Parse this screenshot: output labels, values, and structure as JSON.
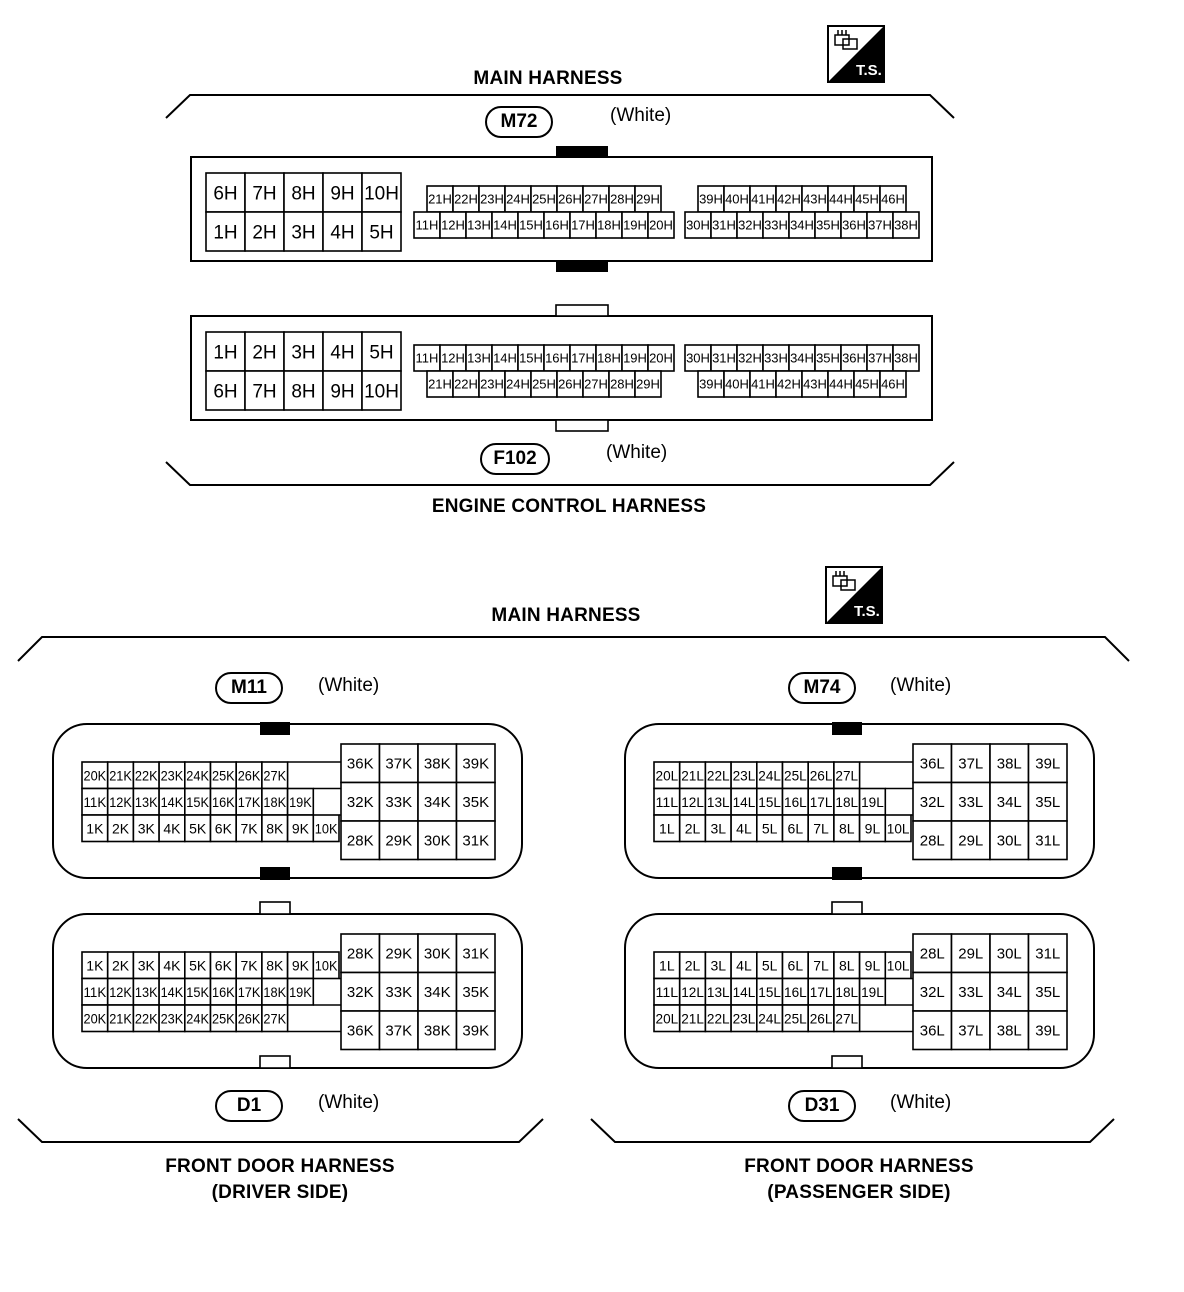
{
  "section1": {
    "top_harness": "MAIN HARNESS",
    "bottom_harness": "ENGINE CONTROL HARNESS",
    "connectors": [
      {
        "id": "M72",
        "color": "(White)"
      },
      {
        "id": "F102",
        "color": "(White)"
      }
    ]
  },
  "section2": {
    "top_harness": "MAIN HARNESS",
    "left": {
      "bottom_harness_line1": "FRONT DOOR HARNESS",
      "bottom_harness_line2": "(DRIVER SIDE)",
      "connectors": [
        {
          "id": "M11",
          "color": "(White)"
        },
        {
          "id": "D1",
          "color": "(White)"
        }
      ]
    },
    "right": {
      "bottom_harness_line1": "FRONT DOOR HARNESS",
      "bottom_harness_line2": "(PASSENGER SIDE)",
      "connectors": [
        {
          "id": "M74",
          "color": "(White)"
        },
        {
          "id": "D31",
          "color": "(White)"
        }
      ]
    }
  },
  "icons": {
    "ts_label": "T.S.",
    "ts_icon": "connector-ts-icon"
  },
  "colors": {
    "ink": "#000000",
    "paper": "#ffffff"
  },
  "connectors": {
    "M72": {
      "big": [
        [
          "6H",
          "7H",
          "8H",
          "9H",
          "10H"
        ],
        [
          "1H",
          "2H",
          "3H",
          "4H",
          "5H"
        ]
      ],
      "mid": [
        [
          "21H",
          "22H",
          "23H",
          "24H",
          "25H",
          "26H",
          "27H",
          "28H",
          "29H"
        ],
        [
          "11H",
          "12H",
          "13H",
          "14H",
          "15H",
          "16H",
          "17H",
          "18H",
          "19H",
          "20H"
        ]
      ],
      "right": [
        [
          "39H",
          "40H",
          "41H",
          "42H",
          "43H",
          "44H",
          "45H",
          "46H"
        ],
        [
          "30H",
          "31H",
          "32H",
          "33H",
          "34H",
          "35H",
          "36H",
          "37H",
          "38H"
        ]
      ]
    },
    "F102": {
      "big": [
        [
          "1H",
          "2H",
          "3H",
          "4H",
          "5H"
        ],
        [
          "6H",
          "7H",
          "8H",
          "9H",
          "10H"
        ]
      ],
      "mid": [
        [
          "11H",
          "12H",
          "13H",
          "14H",
          "15H",
          "16H",
          "17H",
          "18H",
          "19H",
          "20H"
        ],
        [
          "21H",
          "22H",
          "23H",
          "24H",
          "25H",
          "26H",
          "27H",
          "28H",
          "29H"
        ]
      ],
      "right": [
        [
          "30H",
          "31H",
          "32H",
          "33H",
          "34H",
          "35H",
          "36H",
          "37H",
          "38H"
        ],
        [
          "39H",
          "40H",
          "41H",
          "42H",
          "43H",
          "44H",
          "45H",
          "46H"
        ]
      ]
    },
    "M11": {
      "small": [
        [
          "20K",
          "21K",
          "22K",
          "23K",
          "24K",
          "25K",
          "26K",
          "27K"
        ],
        [
          "11K",
          "12K",
          "13K",
          "14K",
          "15K",
          "16K",
          "17K",
          "18K",
          "19K"
        ],
        [
          "1K",
          "2K",
          "3K",
          "4K",
          "5K",
          "6K",
          "7K",
          "8K",
          "9K",
          "10K"
        ]
      ],
      "big": [
        [
          "36K",
          "37K",
          "38K",
          "39K"
        ],
        [
          "32K",
          "33K",
          "34K",
          "35K"
        ],
        [
          "28K",
          "29K",
          "30K",
          "31K"
        ]
      ]
    },
    "D1": {
      "small": [
        [
          "1K",
          "2K",
          "3K",
          "4K",
          "5K",
          "6K",
          "7K",
          "8K",
          "9K",
          "10K"
        ],
        [
          "11K",
          "12K",
          "13K",
          "14K",
          "15K",
          "16K",
          "17K",
          "18K",
          "19K"
        ],
        [
          "20K",
          "21K",
          "22K",
          "23K",
          "24K",
          "25K",
          "26K",
          "27K"
        ]
      ],
      "big": [
        [
          "28K",
          "29K",
          "30K",
          "31K"
        ],
        [
          "32K",
          "33K",
          "34K",
          "35K"
        ],
        [
          "36K",
          "37K",
          "38K",
          "39K"
        ]
      ]
    },
    "M74": {
      "small": [
        [
          "20L",
          "21L",
          "22L",
          "23L",
          "24L",
          "25L",
          "26L",
          "27L"
        ],
        [
          "11L",
          "12L",
          "13L",
          "14L",
          "15L",
          "16L",
          "17L",
          "18L",
          "19L"
        ],
        [
          "1L",
          "2L",
          "3L",
          "4L",
          "5L",
          "6L",
          "7L",
          "8L",
          "9L",
          "10L"
        ]
      ],
      "big": [
        [
          "36L",
          "37L",
          "38L",
          "39L"
        ],
        [
          "32L",
          "33L",
          "34L",
          "35L"
        ],
        [
          "28L",
          "29L",
          "30L",
          "31L"
        ]
      ]
    },
    "D31": {
      "small": [
        [
          "1L",
          "2L",
          "3L",
          "4L",
          "5L",
          "6L",
          "7L",
          "8L",
          "9L",
          "10L"
        ],
        [
          "11L",
          "12L",
          "13L",
          "14L",
          "15L",
          "16L",
          "17L",
          "18L",
          "19L"
        ],
        [
          "20L",
          "21L",
          "22L",
          "23L",
          "24L",
          "25L",
          "26L",
          "27L"
        ]
      ],
      "big": [
        [
          "28L",
          "29L",
          "30L",
          "31L"
        ],
        [
          "32L",
          "33L",
          "34L",
          "35L"
        ],
        [
          "36L",
          "37L",
          "38L",
          "39L"
        ]
      ]
    }
  }
}
